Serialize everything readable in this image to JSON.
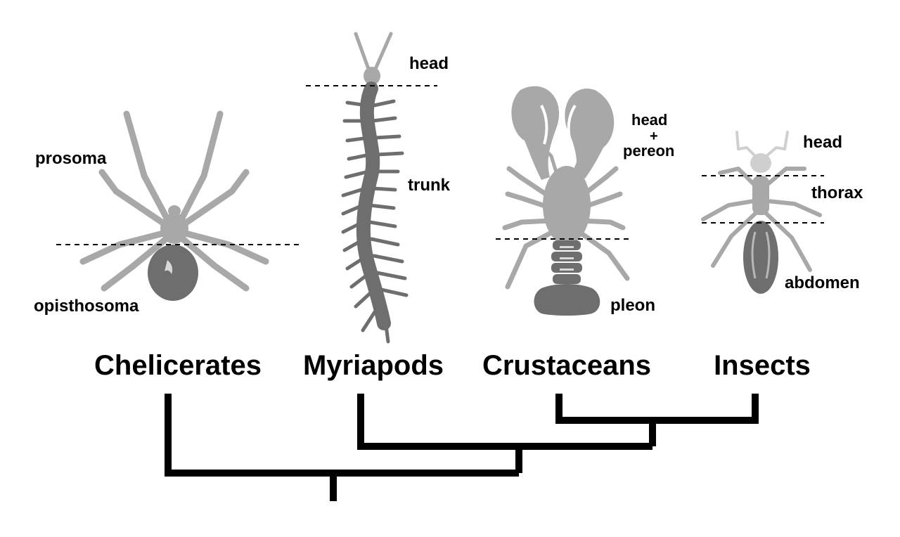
{
  "groups": {
    "chelicerates": "Chelicerates",
    "myriapods": "Myriapods",
    "crustaceans": "Crustaceans",
    "insects": "Insects"
  },
  "segments": {
    "chelicerate_front": "prosoma",
    "chelicerate_rear": "opisthosoma",
    "myriapod_head": "head",
    "myriapod_trunk": "trunk",
    "crustacean_front_1": "head",
    "crustacean_plus": "+",
    "crustacean_front_2": "pereon",
    "crustacean_rear": "pleon",
    "insect_head": "head",
    "insect_thorax": "thorax",
    "insect_abdomen": "abdomen"
  },
  "colors": {
    "anterior_segment": "#a8a8a8",
    "posterior_segment": "#6e6e6e",
    "insect_head": "#cfcfcf",
    "lines": "#000000"
  }
}
